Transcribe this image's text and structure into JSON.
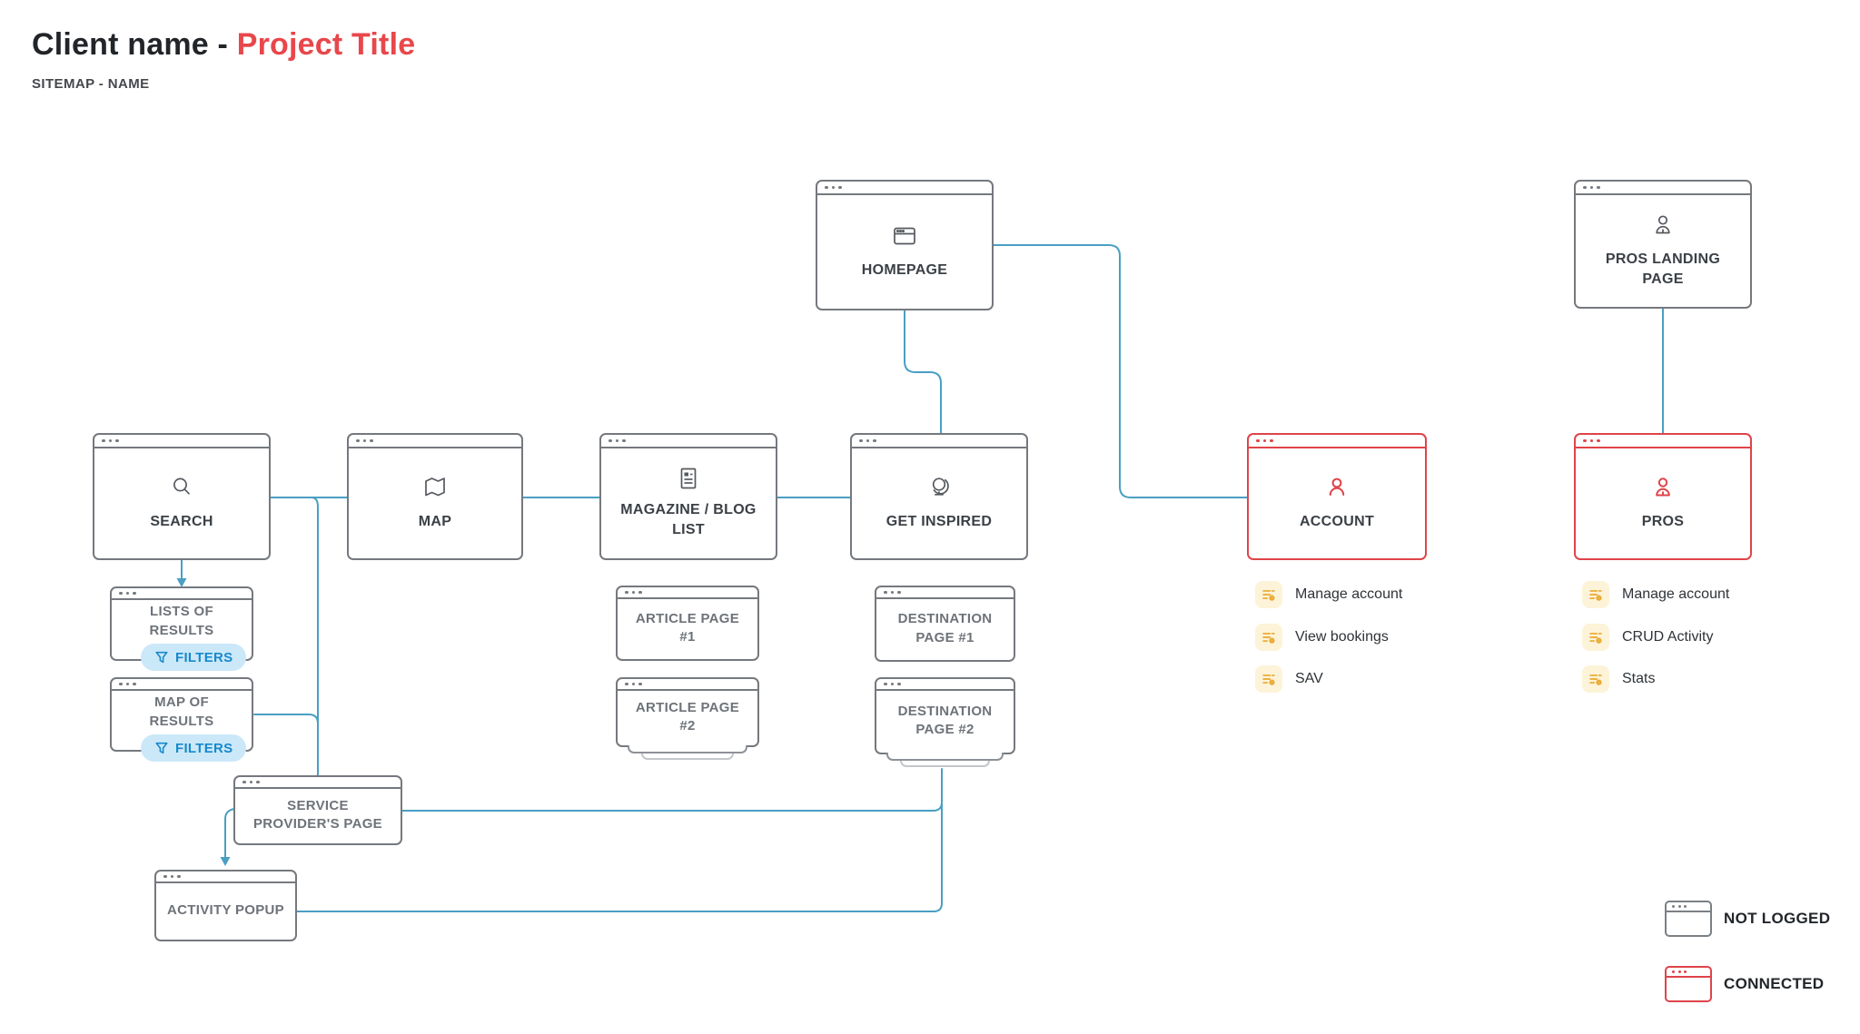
{
  "header": {
    "client": "Client name - ",
    "project": "Project Title",
    "subtitle": "SITEMAP - NAME"
  },
  "boxes": {
    "homepage": {
      "label": "HOMEPAGE",
      "icon": "browser-window-icon"
    },
    "pros_landing": {
      "label": "PROS LANDING PAGE",
      "icon": "person-icon"
    },
    "search": {
      "label": "SEARCH",
      "icon": "search-icon"
    },
    "map": {
      "label": "MAP",
      "icon": "map-icon"
    },
    "magazine": {
      "label": "MAGAZINE / BLOG LIST",
      "icon": "article-icon"
    },
    "get_inspired": {
      "label": "GET INSPIRED",
      "icon": "globe-icon"
    },
    "account": {
      "label": "ACCOUNT",
      "icon": "person-icon",
      "state": "connected"
    },
    "pros": {
      "label": "PROS",
      "icon": "person-icon",
      "state": "connected"
    },
    "lists_of_results": {
      "label": "LISTS OF RESULTS",
      "pill": "FILTERS"
    },
    "map_of_results": {
      "label": "MAP OF RESULTS",
      "pill": "FILTERS"
    },
    "article1": {
      "label": "ARTICLE PAGE #1"
    },
    "article2": {
      "label": "ARTICLE PAGE #2"
    },
    "destination1": {
      "label": "DESTINATION PAGE #1"
    },
    "destination2": {
      "label": "DESTINATION PAGE #2"
    },
    "service_provider": {
      "label": "SERVICE PROVIDER'S PAGE"
    },
    "activity_popup": {
      "label": "ACTIVITY POPUP"
    }
  },
  "account_items": [
    "Manage account",
    "View bookings",
    "SAV"
  ],
  "pros_items": [
    "Manage account",
    "CRUD Activity",
    "Stats"
  ],
  "legend": {
    "not_logged": "NOT LOGGED",
    "connected": "CONNECTED"
  },
  "colors": {
    "connector_line": "#4a9fc3",
    "red_accent": "#df4449",
    "title_red": "#e8474b",
    "gray_border": "#75797e",
    "pill_bg": "#cbe8f8",
    "pill_text": "#1789cb",
    "feature_icon_bg": "#fdf3d8",
    "feature_icon_fg": "#e9a82d"
  }
}
